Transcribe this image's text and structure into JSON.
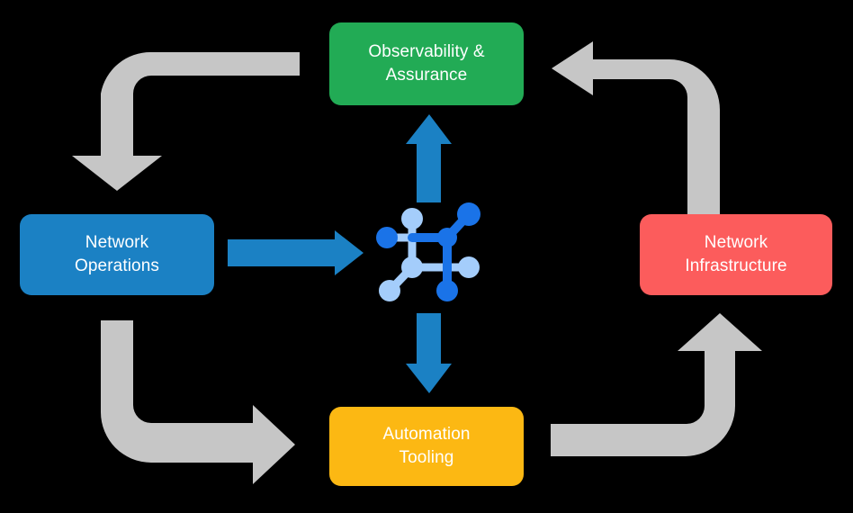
{
  "diagram": {
    "title_present": false,
    "background_color": "#000000",
    "nodes": [
      {
        "id": "observability-assurance",
        "label": "Observability &\nAssurance",
        "color": "#22ab55",
        "text_color": "#ffffff",
        "position": "top"
      },
      {
        "id": "network-operations",
        "label": "Network\nOperations",
        "color": "#1b81c4",
        "text_color": "#ffffff",
        "position": "left"
      },
      {
        "id": "network-infrastructure",
        "label": "Network\nInfrastructure",
        "color": "#fc5c5c",
        "text_color": "#ffffff",
        "position": "right"
      },
      {
        "id": "automation-tooling",
        "label": "Automation\nTooling",
        "color": "#fcb813",
        "text_color": "#ffffff",
        "position": "bottom"
      }
    ],
    "center_icon": {
      "name": "network-topology-icon",
      "primary_color": "#1a73e8",
      "secondary_color": "#a4cdfb"
    },
    "blue_arrows": [
      {
        "id": "arrow-operations-to-center",
        "direction": "right",
        "color": "#1b81c4"
      },
      {
        "id": "arrow-center-to-observability",
        "direction": "up",
        "color": "#1b81c4"
      },
      {
        "id": "arrow-center-to-automation",
        "direction": "down",
        "color": "#1b81c4"
      }
    ],
    "gray_arrows": [
      {
        "id": "arrow-observability-to-operations",
        "corner": "top-left",
        "color": "#c6c6c6"
      },
      {
        "id": "arrow-infrastructure-to-observability",
        "corner": "top-right",
        "color": "#c6c6c6"
      },
      {
        "id": "arrow-operations-to-automation",
        "corner": "bottom-left",
        "color": "#c6c6c6"
      },
      {
        "id": "arrow-automation-to-infrastructure",
        "corner": "bottom-right",
        "color": "#c6c6c6"
      }
    ]
  }
}
